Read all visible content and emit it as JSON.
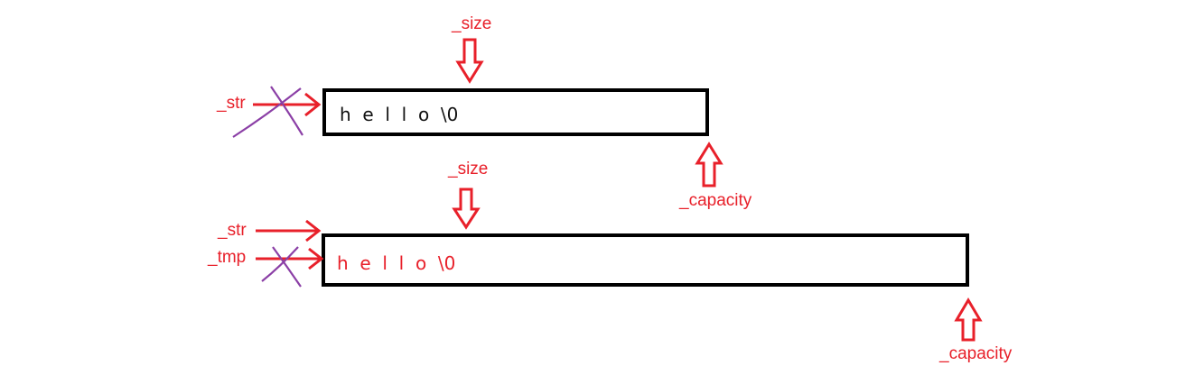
{
  "colors": {
    "red": "#e8202a",
    "purple": "#8b3fa6",
    "border": "#000000"
  },
  "top": {
    "size_label": "_size",
    "str_label": "_str",
    "capacity_label": "_capacity",
    "contents": "h  e  l  l  o  \\0"
  },
  "bottom": {
    "size_label": "_size",
    "str_label": "_str",
    "tmp_label": "_tmp",
    "capacity_label": "_capacity",
    "contents": "h  e  l  l  o  \\0"
  }
}
